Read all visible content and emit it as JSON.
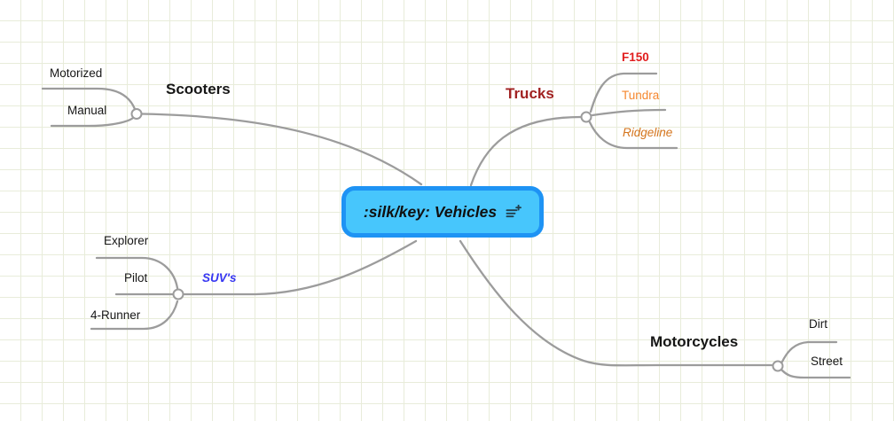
{
  "canvas": {
    "background": "#ffffff",
    "grid_color": "#e8ecda",
    "edge_color": "#9c9c9c"
  },
  "root": {
    "label": ":silk/key: Vehicles",
    "fill_color": "#47c6fc",
    "border_color": "#1e93f4",
    "text_color": "#101010",
    "note_icon": "list-add-icon"
  },
  "branches": {
    "scooters": {
      "label": "Scooters",
      "color": "#161616",
      "children": {
        "motorized": {
          "label": "Motorized",
          "color": "#161616"
        },
        "manual": {
          "label": "Manual",
          "color": "#161616"
        }
      }
    },
    "trucks": {
      "label": "Trucks",
      "color": "#a12222",
      "children": {
        "f150": {
          "label": "F150",
          "color": "#e11d1d"
        },
        "tundra": {
          "label": "Tundra",
          "color": "#f5872e"
        },
        "ridgeline": {
          "label": "Ridgeline",
          "color": "#d4741c"
        }
      }
    },
    "suvs": {
      "label": "SUV's",
      "color": "#3636f2",
      "children": {
        "explorer": {
          "label": "Explorer",
          "color": "#161616"
        },
        "pilot": {
          "label": "Pilot",
          "color": "#161616"
        },
        "runner4": {
          "label": "4-Runner",
          "color": "#161616"
        }
      }
    },
    "motorcycles": {
      "label": "Motorcycles",
      "color": "#161616",
      "children": {
        "dirt": {
          "label": "Dirt",
          "color": "#161616"
        },
        "street": {
          "label": "Street",
          "color": "#161616"
        }
      }
    }
  }
}
